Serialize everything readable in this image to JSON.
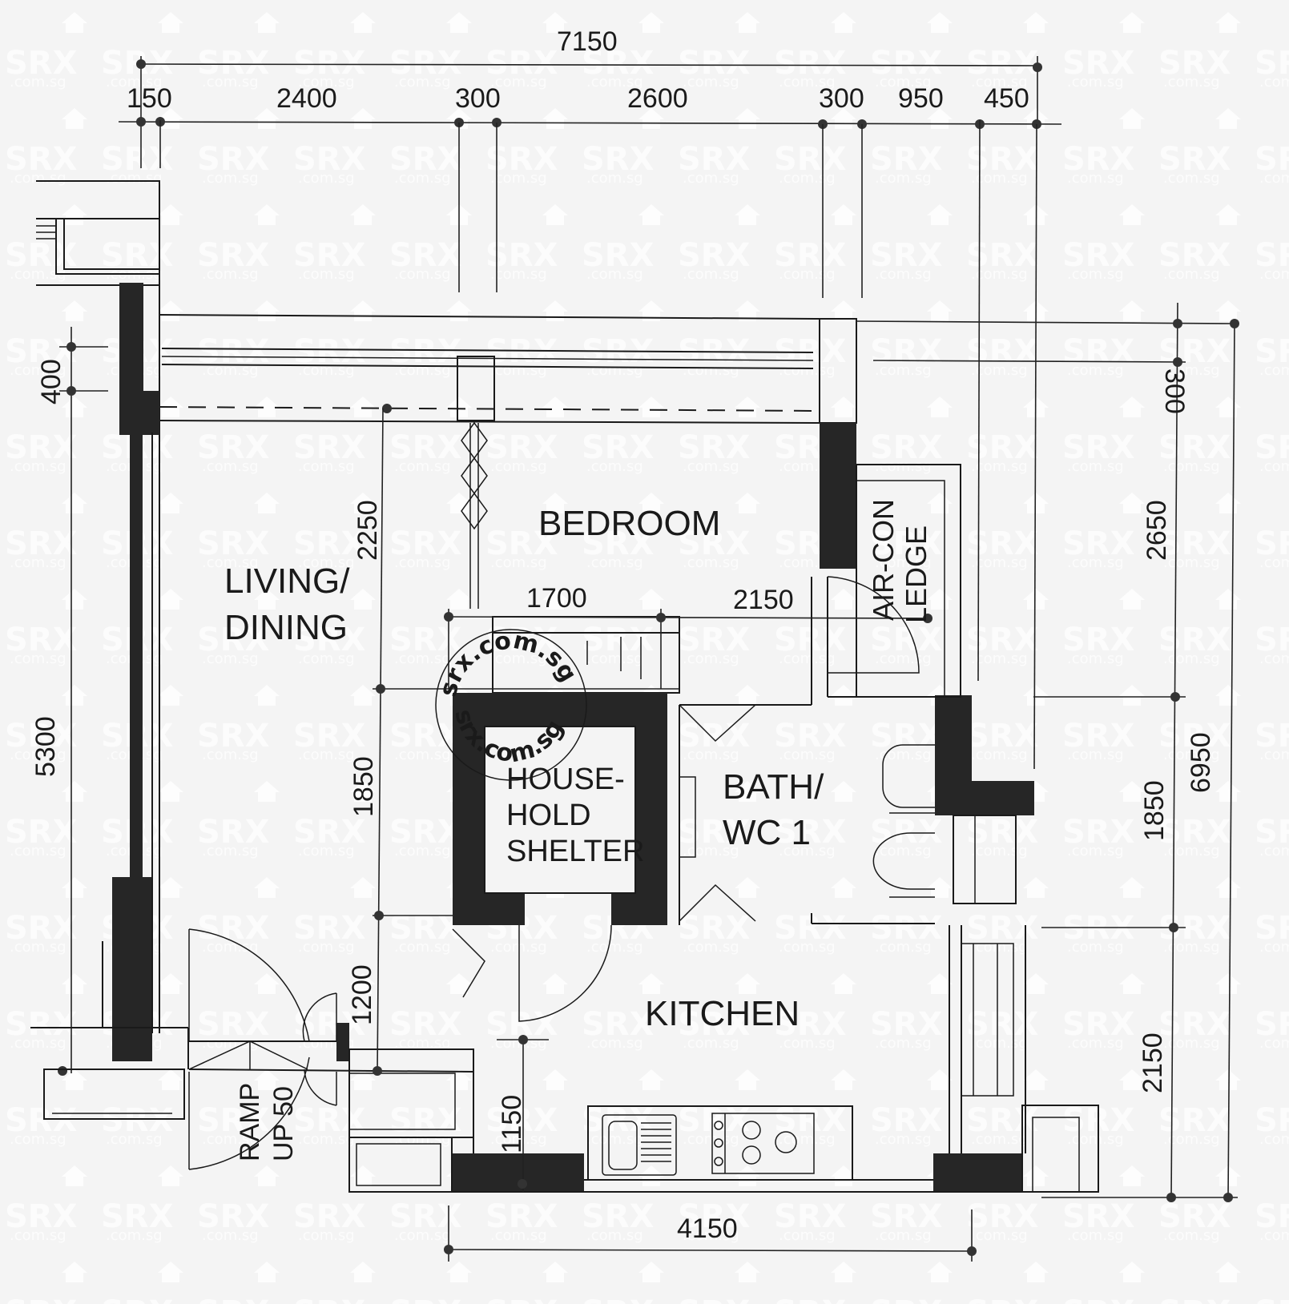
{
  "plan": {
    "rooms": {
      "bedroom": "BEDROOM",
      "living_line1": "LIVING/",
      "living_line2": "DINING",
      "shelter_line1": "HOUSE-",
      "shelter_line2": "HOLD",
      "shelter_line3": "SHELTER",
      "bath_line1": "BATH/",
      "bath_line2": "WC  1",
      "kitchen": "KITCHEN",
      "aircon_line1": "AIR-CON",
      "aircon_line2": "LEDGE",
      "ramp_line1": "RAMP",
      "ramp_line2": "UP 50"
    },
    "dimensions": {
      "top_overall": "7150",
      "top_segments": [
        "150",
        "2400",
        "300",
        "2600",
        "300",
        "950",
        "450"
      ],
      "left_400": "400",
      "left_5300": "5300",
      "inner_2250": "2250",
      "inner_1850": "1850",
      "inner_1200": "1200",
      "inner_1150": "1150",
      "mid_1700": "1700",
      "mid_2150": "2150",
      "right_300": "300",
      "right_2650": "2650",
      "right_1850": "1850",
      "right_2150": "2150",
      "right_6950": "6950",
      "bottom_4150": "4150"
    },
    "stamp": {
      "top_text": "srx.com.sg",
      "bottom_text": "srx.com.sg"
    },
    "watermark": {
      "brand": "SRX",
      "domain": ".com.sg"
    }
  }
}
